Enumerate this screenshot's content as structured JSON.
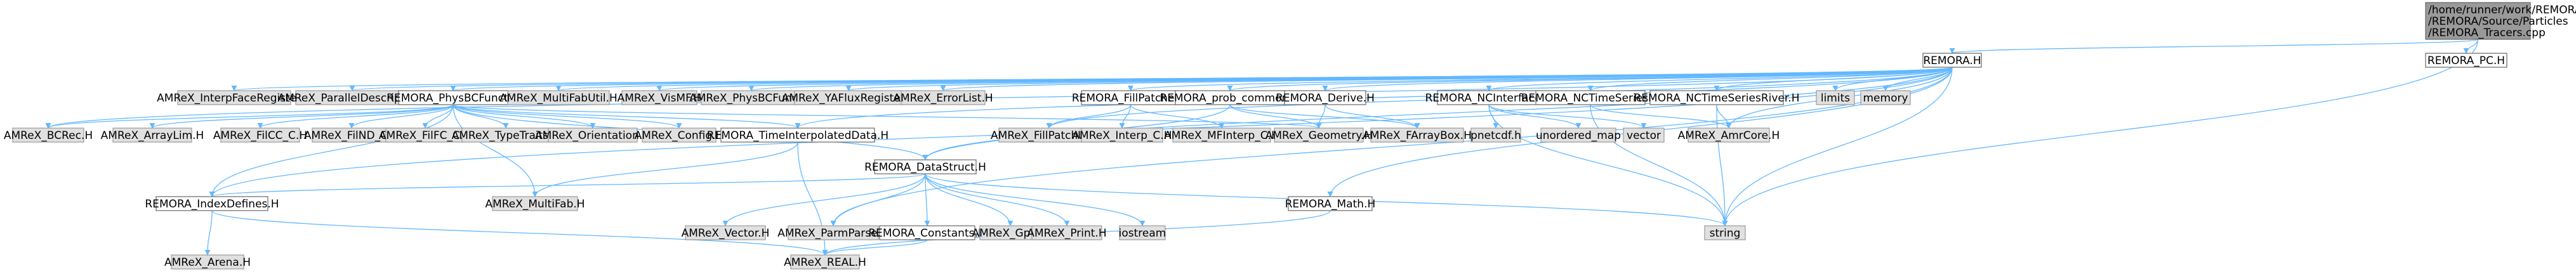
{
  "colors": {
    "edge": "#63b8ff",
    "root_fill": "#999999",
    "root_stroke": "#666666",
    "header_fill": "#ffffff",
    "header_stroke": "#666666",
    "external_fill": "#e0e0e0",
    "external_stroke": "#999999"
  },
  "nodes": [
    {
      "id": "root",
      "lines": [
        "/home/runner/work/REMORA",
        "/REMORA/Source/Particles",
        "/REMORA_Tracers.cpp"
      ],
      "kind": "root"
    },
    {
      "id": "remora_h",
      "lines": [
        "REMORA.H"
      ],
      "kind": "header"
    },
    {
      "id": "remora_pc_h",
      "lines": [
        "REMORA_PC.H"
      ],
      "kind": "header"
    },
    {
      "id": "amrex_interfaceregister",
      "lines": [
        "AMReX_InterpFaceRegister.H"
      ],
      "kind": "external"
    },
    {
      "id": "amrex_paralleldescriptor",
      "lines": [
        "AMReX_ParallelDescriptor.H"
      ],
      "kind": "external"
    },
    {
      "id": "remora_physbcfunct",
      "lines": [
        "REMORA_PhysBCFunct.H"
      ],
      "kind": "header"
    },
    {
      "id": "amrex_multifabutil",
      "lines": [
        "AMReX_MultiFabUtil.H"
      ],
      "kind": "external"
    },
    {
      "id": "amrex_visme",
      "lines": [
        "AMReX_VisMF.H"
      ],
      "kind": "external"
    },
    {
      "id": "amrex_physbcfunct",
      "lines": [
        "AMReX_PhysBCFunct.H"
      ],
      "kind": "external"
    },
    {
      "id": "amrex_yafluxregister",
      "lines": [
        "AMReX_YAFluxRegister.H"
      ],
      "kind": "external"
    },
    {
      "id": "amrex_errorlist",
      "lines": [
        "AMReX_ErrorList.H"
      ],
      "kind": "external"
    },
    {
      "id": "remora_fillpatcher",
      "lines": [
        "REMORA_FillPatcher.H"
      ],
      "kind": "header"
    },
    {
      "id": "remora_prob_common",
      "lines": [
        "REMORA_prob_common.H"
      ],
      "kind": "header"
    },
    {
      "id": "remora_derive",
      "lines": [
        "REMORA_Derive.H"
      ],
      "kind": "header"
    },
    {
      "id": "remora_ncinterface",
      "lines": [
        "REMORA_NCInterface.H"
      ],
      "kind": "header"
    },
    {
      "id": "remora_nctimeseries",
      "lines": [
        "REMORA_NCTimeSeries.H"
      ],
      "kind": "header"
    },
    {
      "id": "remora_nctimeseriesriver",
      "lines": [
        "REMORA_NCTimeSeriesRiver.H"
      ],
      "kind": "header"
    },
    {
      "id": "limits",
      "lines": [
        "limits"
      ],
      "kind": "external"
    },
    {
      "id": "memory",
      "lines": [
        "memory"
      ],
      "kind": "external"
    },
    {
      "id": "amrex_bcrec",
      "lines": [
        "AMReX_BCRec.H"
      ],
      "kind": "external"
    },
    {
      "id": "amrex_arraylim",
      "lines": [
        "AMReX_ArrayLim.H"
      ],
      "kind": "external"
    },
    {
      "id": "amrex_filcc_c",
      "lines": [
        "AMReX_FilCC_C.H"
      ],
      "kind": "external"
    },
    {
      "id": "amrex_filnd_c",
      "lines": [
        "AMReX_FilND_C.H"
      ],
      "kind": "external"
    },
    {
      "id": "amrex_filfc_c",
      "lines": [
        "AMReX_FilFC_C.H"
      ],
      "kind": "external"
    },
    {
      "id": "amrex_typetraits",
      "lines": [
        "AMReX_TypeTraits.H"
      ],
      "kind": "external"
    },
    {
      "id": "amrex_orientation",
      "lines": [
        "AMReX_Orientation.H"
      ],
      "kind": "external"
    },
    {
      "id": "amrex_config",
      "lines": [
        "AMReX_Config.H"
      ],
      "kind": "external"
    },
    {
      "id": "remora_timeinterpolateddata",
      "lines": [
        "REMORA_TimeInterpolatedData.H"
      ],
      "kind": "header"
    },
    {
      "id": "amrex_fillpatchutil",
      "lines": [
        "AMReX_FillPatchUtil.H"
      ],
      "kind": "external"
    },
    {
      "id": "amrex_interp_c",
      "lines": [
        "AMReX_Interp_C.H"
      ],
      "kind": "external"
    },
    {
      "id": "amrex_mfinterp_c",
      "lines": [
        "AMReX_MFInterp_C.H"
      ],
      "kind": "external"
    },
    {
      "id": "amrex_geometry",
      "lines": [
        "AMReX_Geometry.H"
      ],
      "kind": "external"
    },
    {
      "id": "amrex_farraybox",
      "lines": [
        "AMReX_FArrayBox.H"
      ],
      "kind": "external"
    },
    {
      "id": "pnetcdf",
      "lines": [
        "pnetcdf.h"
      ],
      "kind": "external"
    },
    {
      "id": "unordered_map",
      "lines": [
        "unordered_map"
      ],
      "kind": "external"
    },
    {
      "id": "vector",
      "lines": [
        "vector"
      ],
      "kind": "external"
    },
    {
      "id": "amrex_amrcore",
      "lines": [
        "AMReX_AmrCore.H"
      ],
      "kind": "external"
    },
    {
      "id": "remora_datastruct",
      "lines": [
        "REMORA_DataStruct.H"
      ],
      "kind": "header"
    },
    {
      "id": "remora_indexdefines",
      "lines": [
        "REMORA_IndexDefines.H"
      ],
      "kind": "header"
    },
    {
      "id": "amrex_vector",
      "lines": [
        "AMReX_Vector.H"
      ],
      "kind": "external"
    },
    {
      "id": "amrex_multifab",
      "lines": [
        "AMReX_MultiFab.H"
      ],
      "kind": "external"
    },
    {
      "id": "amrex_parmparse",
      "lines": [
        "AMReX_ParmParse.H"
      ],
      "kind": "external"
    },
    {
      "id": "remora_constants",
      "lines": [
        "REMORA_Constants.H"
      ],
      "kind": "header"
    },
    {
      "id": "amrex_gpu",
      "lines": [
        "AMReX_Gpu.H"
      ],
      "kind": "external"
    },
    {
      "id": "amrex_print",
      "lines": [
        "AMReX_Print.H"
      ],
      "kind": "external"
    },
    {
      "id": "iostream",
      "lines": [
        "iostream"
      ],
      "kind": "external"
    },
    {
      "id": "remora_math",
      "lines": [
        "REMORA_Math.H"
      ],
      "kind": "header"
    },
    {
      "id": "string",
      "lines": [
        "string"
      ],
      "kind": "external"
    },
    {
      "id": "amrex_arena",
      "lines": [
        "AMReX_Arena.H"
      ],
      "kind": "external"
    },
    {
      "id": "amrex_real",
      "lines": [
        "AMReX_REAL.H"
      ],
      "kind": "external"
    }
  ],
  "edges": [
    [
      "root",
      "remora_h"
    ],
    [
      "root",
      "remora_pc_h"
    ],
    [
      "root",
      "string"
    ],
    [
      "remora_h",
      "amrex_interfaceregister"
    ],
    [
      "remora_h",
      "amrex_paralleldescriptor"
    ],
    [
      "remora_h",
      "remora_physbcfunct"
    ],
    [
      "remora_h",
      "amrex_multifabutil"
    ],
    [
      "remora_h",
      "amrex_visme"
    ],
    [
      "remora_h",
      "amrex_physbcfunct"
    ],
    [
      "remora_h",
      "amrex_yafluxregister"
    ],
    [
      "remora_h",
      "amrex_errorlist"
    ],
    [
      "remora_h",
      "remora_fillpatcher"
    ],
    [
      "remora_h",
      "remora_prob_common"
    ],
    [
      "remora_h",
      "remora_derive"
    ],
    [
      "remora_h",
      "remora_ncinterface"
    ],
    [
      "remora_h",
      "remora_nctimeseries"
    ],
    [
      "remora_h",
      "remora_nctimeseriesriver"
    ],
    [
      "remora_h",
      "limits"
    ],
    [
      "remora_h",
      "memory"
    ],
    [
      "remora_h",
      "amrex_bcrec"
    ],
    [
      "remora_h",
      "remora_datastruct"
    ],
    [
      "remora_h",
      "remora_indexdefines"
    ],
    [
      "remora_h",
      "remora_timeinterpolateddata"
    ],
    [
      "remora_h",
      "amrex_fillpatchutil"
    ],
    [
      "remora_h",
      "amrex_parmparse"
    ],
    [
      "remora_h",
      "amrex_amrcore"
    ],
    [
      "remora_h",
      "remora_math"
    ],
    [
      "remora_h",
      "string"
    ],
    [
      "remora_physbcfunct",
      "amrex_bcrec"
    ],
    [
      "remora_physbcfunct",
      "amrex_arraylim"
    ],
    [
      "remora_physbcfunct",
      "amrex_filcc_c"
    ],
    [
      "remora_physbcfunct",
      "amrex_filnd_c"
    ],
    [
      "remora_physbcfunct",
      "amrex_filfc_c"
    ],
    [
      "remora_physbcfunct",
      "amrex_typetraits"
    ],
    [
      "remora_physbcfunct",
      "amrex_orientation"
    ],
    [
      "remora_physbcfunct",
      "amrex_config"
    ],
    [
      "remora_physbcfunct",
      "remora_timeinterpolateddata"
    ],
    [
      "remora_physbcfunct",
      "remora_indexdefines"
    ],
    [
      "remora_physbcfunct",
      "amrex_multifab"
    ],
    [
      "remora_physbcfunct",
      "amrex_geometry"
    ],
    [
      "remora_physbcfunct",
      "remora_datastruct"
    ],
    [
      "remora_fillpatcher",
      "amrex_fillpatchutil"
    ],
    [
      "remora_fillpatcher",
      "amrex_interp_c"
    ],
    [
      "remora_fillpatcher",
      "amrex_mfinterp_c"
    ],
    [
      "remora_prob_common",
      "amrex_geometry"
    ],
    [
      "remora_prob_common",
      "amrex_farraybox"
    ],
    [
      "remora_prob_common",
      "remora_datastruct"
    ],
    [
      "remora_derive",
      "amrex_geometry"
    ],
    [
      "remora_derive",
      "amrex_farraybox"
    ],
    [
      "remora_ncinterface",
      "pnetcdf"
    ],
    [
      "remora_ncinterface",
      "unordered_map"
    ],
    [
      "remora_ncinterface",
      "vector"
    ],
    [
      "remora_ncinterface",
      "string"
    ],
    [
      "remora_nctimeseries",
      "amrex_amrcore"
    ],
    [
      "remora_nctimeseries",
      "string"
    ],
    [
      "remora_nctimeseriesriver",
      "amrex_amrcore"
    ],
    [
      "remora_nctimeseriesriver",
      "string"
    ],
    [
      "remora_timeinterpolateddata",
      "amrex_multifab"
    ],
    [
      "remora_timeinterpolateddata",
      "amrex_real"
    ],
    [
      "remora_datastruct",
      "remora_indexdefines"
    ],
    [
      "remora_datastruct",
      "amrex_vector"
    ],
    [
      "remora_datastruct",
      "amrex_parmparse"
    ],
    [
      "remora_datastruct",
      "remora_constants"
    ],
    [
      "remora_datastruct",
      "amrex_gpu"
    ],
    [
      "remora_datastruct",
      "amrex_print"
    ],
    [
      "remora_datastruct",
      "iostream"
    ],
    [
      "remora_datastruct",
      "string"
    ],
    [
      "remora_indexdefines",
      "amrex_arena"
    ],
    [
      "remora_indexdefines",
      "amrex_real"
    ],
    [
      "remora_constants",
      "amrex_real"
    ],
    [
      "remora_math",
      "amrex_real"
    ]
  ]
}
